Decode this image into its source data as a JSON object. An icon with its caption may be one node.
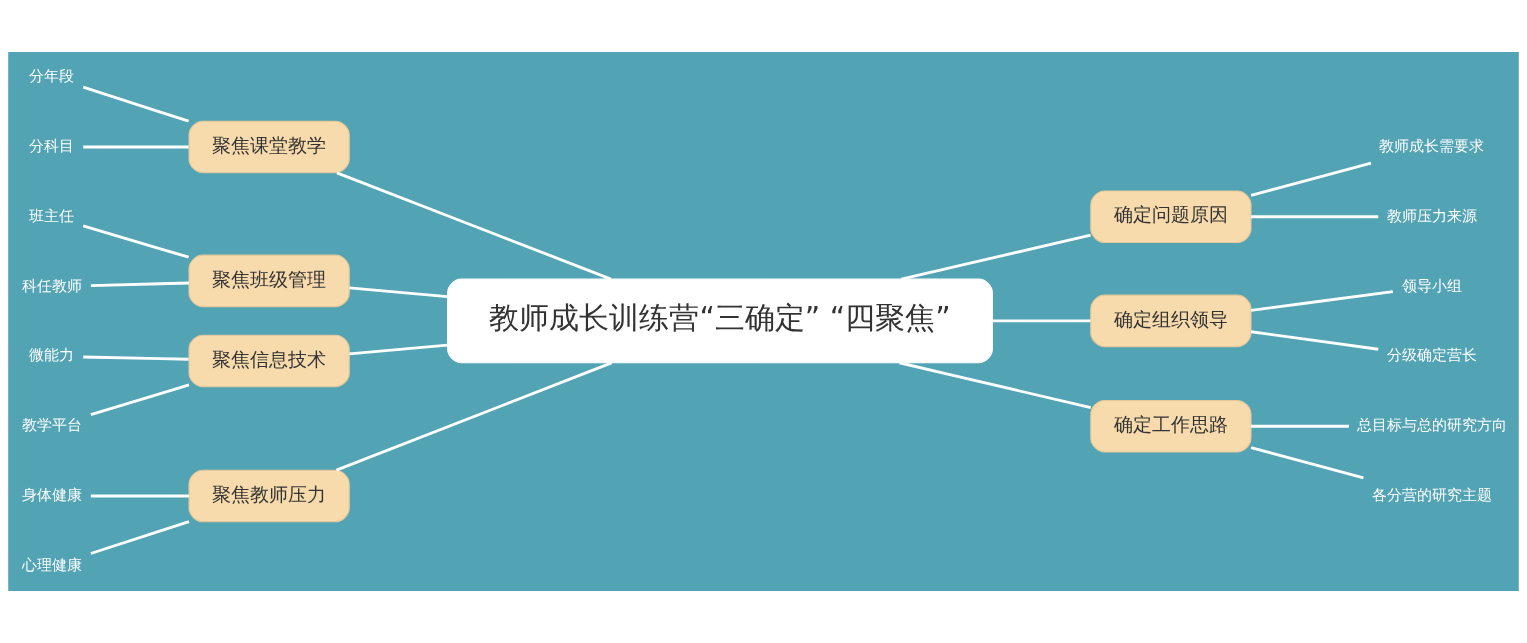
{
  "diagram": {
    "nodes": [
      {
        "text": [
          "教师成长训练营“三确定” “四聚焦”"
        ]
      },
      {
        "text": [
          "聚焦课堂教学"
        ]
      },
      {
        "text": [
          "分年段"
        ]
      },
      {
        "text": [
          "分科目"
        ]
      },
      {
        "text": [
          "聚焦班级管理"
        ]
      },
      {
        "text": [
          "班主任"
        ]
      },
      {
        "text": [
          "科任教师"
        ]
      },
      {
        "text": [
          "聚焦信息技术"
        ]
      },
      {
        "text": [
          "微能力"
        ]
      },
      {
        "text": [
          "教学平台"
        ]
      },
      {
        "text": [
          "聚焦教师压力"
        ]
      },
      {
        "text": [
          "身体健康"
        ]
      },
      {
        "text": [
          "心理健康"
        ]
      },
      {
        "text": [
          "确定问题原因"
        ]
      },
      {
        "text": [
          "教师成长需要求"
        ]
      },
      {
        "text": [
          "教师压力来源"
        ]
      },
      {
        "text": [
          "确定组织领导"
        ]
      },
      {
        "text": [
          "领导小组"
        ]
      },
      {
        "text": [
          "分级确定营长"
        ]
      },
      {
        "text": [
          "确定工作思路"
        ]
      },
      {
        "text": [
          "总目标与总的研究方向"
        ]
      },
      {
        "text": [
          "各分营的研究主题"
        ]
      }
    ],
    "edges": [
      {
        "from": 1,
        "to": 0,
        "arrow": "none"
      },
      {
        "from": 2,
        "to": 1,
        "arrow": "none"
      },
      {
        "from": 3,
        "to": 1,
        "arrow": "none"
      },
      {
        "from": 4,
        "to": 0,
        "arrow": "none"
      },
      {
        "from": 5,
        "to": 4,
        "arrow": "none"
      },
      {
        "from": 6,
        "to": 4,
        "arrow": "none"
      },
      {
        "from": 7,
        "to": 0,
        "arrow": "none"
      },
      {
        "from": 8,
        "to": 7,
        "arrow": "none"
      },
      {
        "from": 9,
        "to": 7,
        "arrow": "none"
      },
      {
        "from": 10,
        "to": 0,
        "arrow": "none"
      },
      {
        "from": 11,
        "to": 10,
        "arrow": "none"
      },
      {
        "from": 12,
        "to": 10,
        "arrow": "none"
      },
      {
        "from": 0,
        "to": 13,
        "arrow": "none"
      },
      {
        "from": 13,
        "to": 14,
        "arrow": "none"
      },
      {
        "from": 13,
        "to": 15,
        "arrow": "none"
      },
      {
        "from": 0,
        "to": 16,
        "arrow": "none"
      },
      {
        "from": 16,
        "to": 17,
        "arrow": "none"
      },
      {
        "from": 16,
        "to": 18,
        "arrow": "none"
      },
      {
        "from": 0,
        "to": 19,
        "arrow": "none"
      },
      {
        "from": 19,
        "to": 20,
        "arrow": "none"
      },
      {
        "from": 19,
        "to": 21,
        "arrow": "none"
      }
    ]
  }
}
